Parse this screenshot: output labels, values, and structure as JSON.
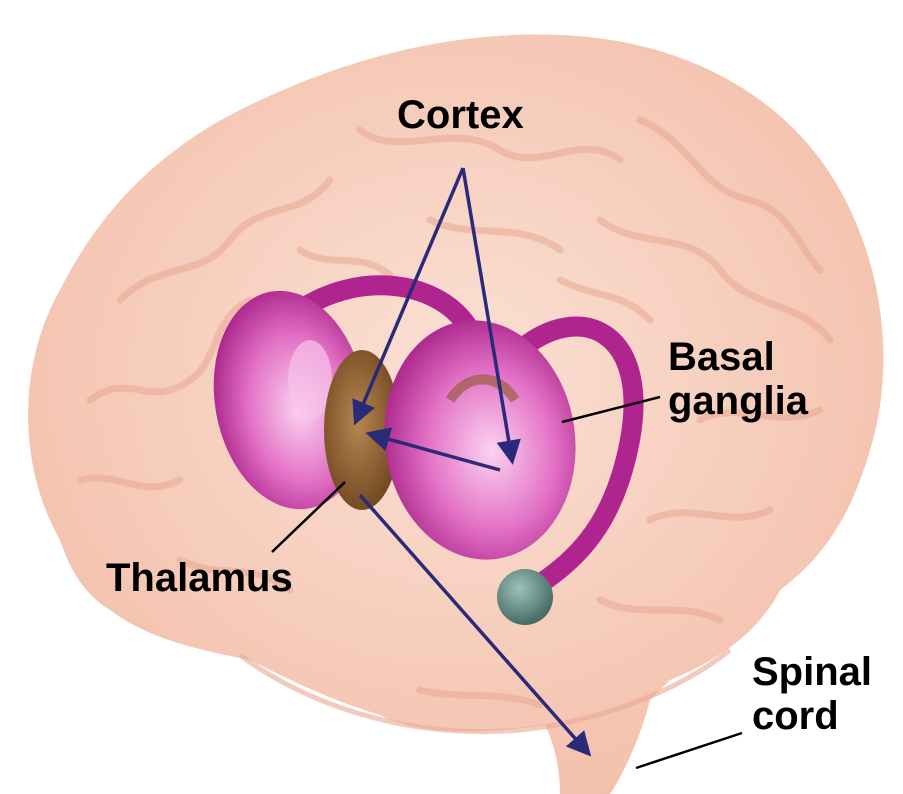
{
  "labels": {
    "cortex": "Cortex",
    "basal_ganglia": [
      "Basal",
      "ganglia"
    ],
    "thalamus": "Thalamus",
    "spinal_cord": [
      "Spinal",
      "cord"
    ]
  },
  "colors": {
    "brain": "#f6c9b8",
    "brain_fold": "#e9a892",
    "basal_ganglia": "#b0248f",
    "basal_ganglia_light": "#f3a6de",
    "thalamus": "#8a5a2a",
    "nucleus": "#5f8a80",
    "arrow": "#2a2a7a",
    "leader_line": "#000000"
  }
}
